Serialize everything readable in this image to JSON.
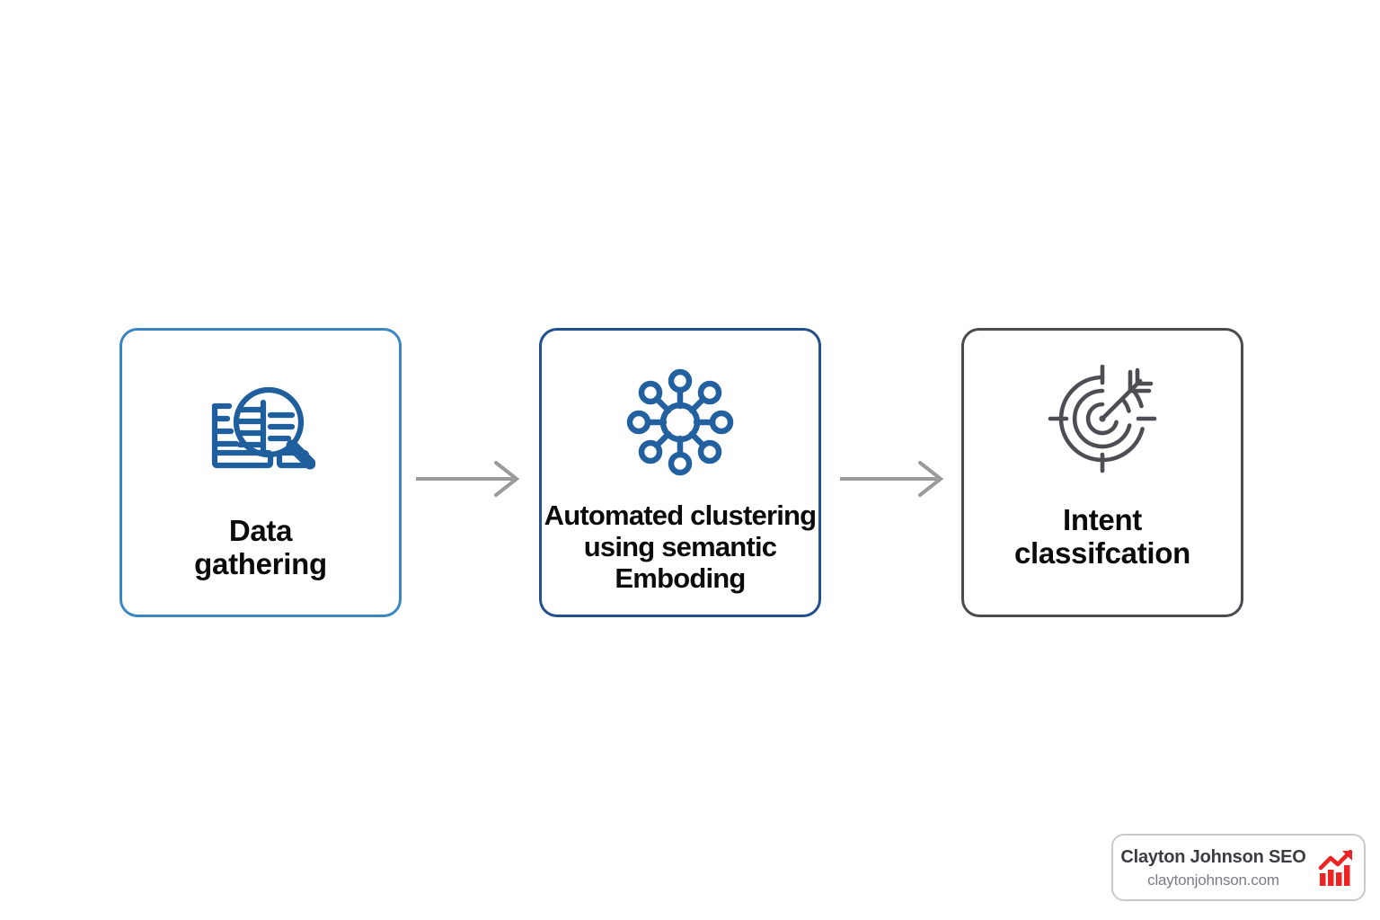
{
  "canvas": {
    "background": "#ffffff"
  },
  "flow": {
    "name": "three-step-process-flow",
    "steps": [
      {
        "id": "data-gathering",
        "label": "Data\ngathering",
        "icon": "document-magnifier-icon",
        "border_color": "#3b86c0",
        "icon_color": "#1f5f9e",
        "text_color": "#0b0b0b"
      },
      {
        "id": "automated-clustering",
        "label": "Automated clustering\nusing semantic\nEmboding",
        "icon": "network-cluster-icon",
        "border_color": "#21518c",
        "icon_color": "#22609f",
        "text_color": "#0b0b0b"
      },
      {
        "id": "intent-classification",
        "label": "Intent\nclassifcation",
        "icon": "target-bullseye-arrow-icon",
        "border_color": "#4a4a4f",
        "icon_color": "#4d4d53",
        "text_color": "#0b0b0b"
      }
    ],
    "connectors": [
      {
        "id": "arrow-step1-to-step2",
        "icon": "arrow-right-icon",
        "color": "#9a9a9a"
      },
      {
        "id": "arrow-step2-to-step3",
        "icon": "arrow-right-icon",
        "color": "#9a9a9a"
      }
    ]
  },
  "watermark": {
    "title": "Clayton Johnson SEO",
    "url": "claytonjohnson.com",
    "logo_icon": "growth-bar-chart-icon",
    "logo_color": "#ee2424",
    "border_color": "#c9c9c9"
  }
}
